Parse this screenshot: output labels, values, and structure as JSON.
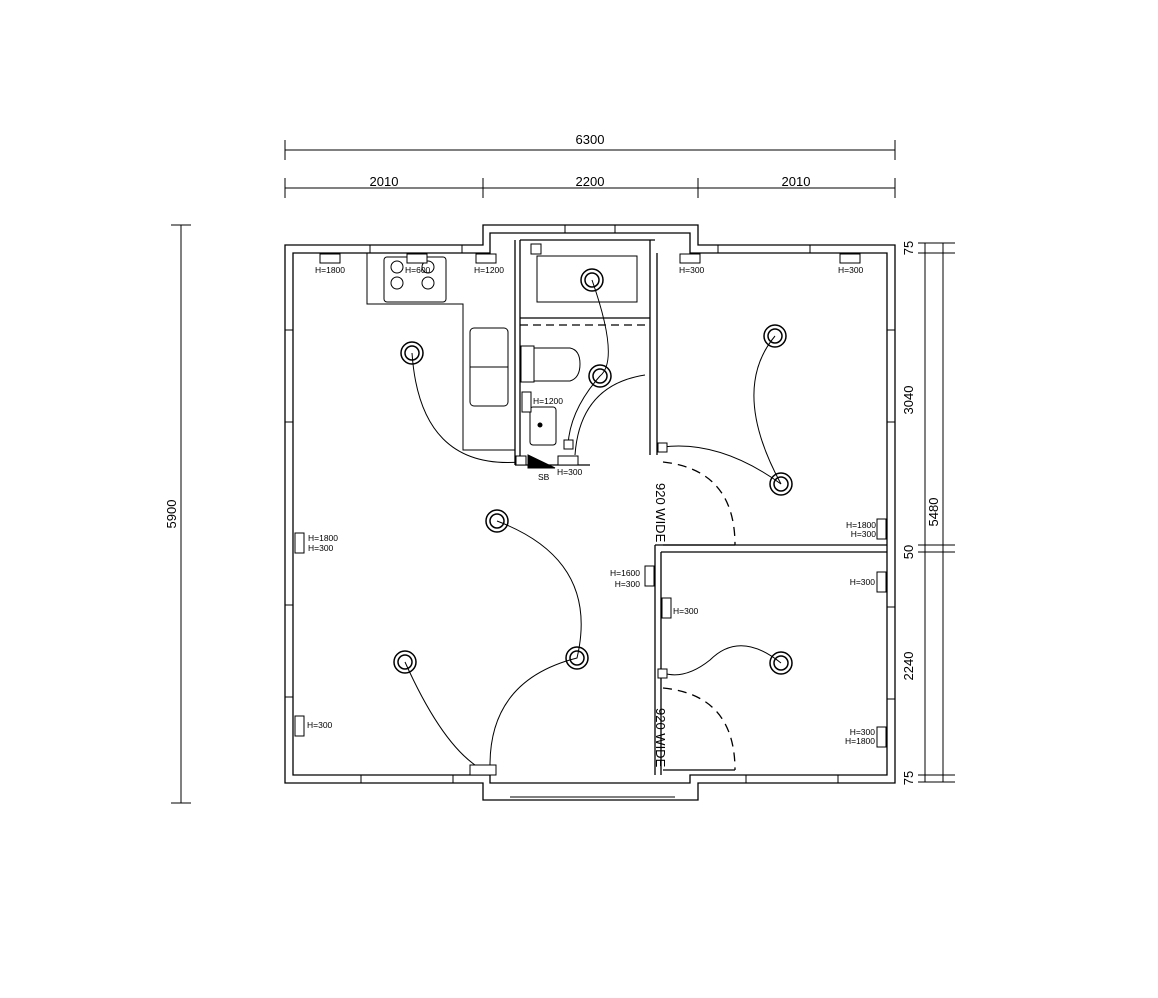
{
  "dimensions": {
    "overall_width": "6300",
    "left_width": "2010",
    "middle_width": "2200",
    "right_width": "2010",
    "overall_height": "5900",
    "right_total": "5480",
    "top_wall": "75",
    "bedroom1_depth": "3040",
    "mid_wall": "50",
    "bedroom2_depth": "2240",
    "bottom_wall": "75"
  },
  "sockets": {
    "kitchen_1": "H=1800",
    "cooker": "H=600",
    "kitchen_2": "H=1200",
    "bath": "H=1200",
    "hall": "H=300",
    "bed1_top_left": "H=300",
    "bed1_top_right": "H=300",
    "living_left_a": "H=1800",
    "living_left_b": "H=300",
    "living_left_low": "H=300",
    "bed1_right_a": "H=1800",
    "bed1_right_b": "H=300",
    "corridor_a": "H=1600",
    "corridor_b": "H=300",
    "bed2_left": "H=300",
    "bed2_right_top": "H=300",
    "bed2_right_a": "H=300",
    "bed2_right_b": "H=1800"
  },
  "labels": {
    "switchboard": "SB",
    "door1": "920 WIDE",
    "door2": "920 WIDE"
  }
}
